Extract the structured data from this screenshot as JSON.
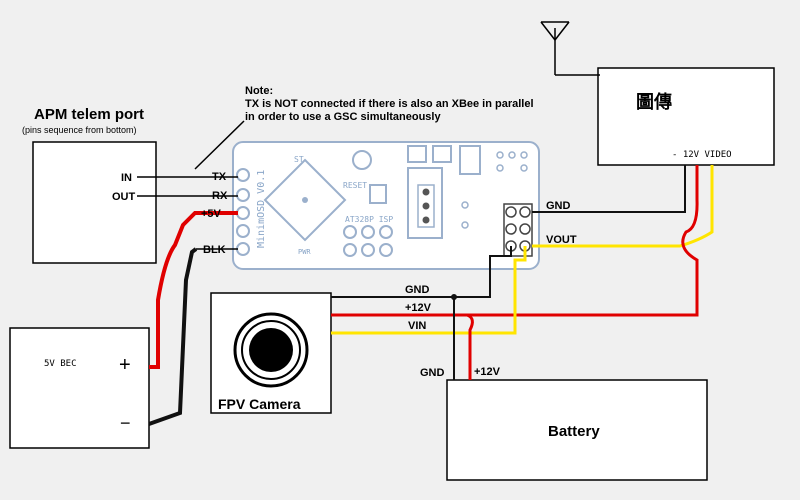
{
  "apm": {
    "title": "APM telem port",
    "subtitle": "(pins sequence from bottom)",
    "in_label": "IN",
    "out_label": "OUT"
  },
  "note": {
    "line1": "Note:",
    "line2": "TX is NOT connected if there is also an XBee in parallel",
    "line3": "in order to use a GSC simultaneously"
  },
  "pins": {
    "tx": "TX",
    "rx": "RX",
    "v5": "+5V",
    "blk": "BLK"
  },
  "board": {
    "name": "MinimOSD V0.1",
    "reset": "RESET",
    "chip": "AT328P  ISP",
    "st": "ST",
    "pwr": "PWR",
    "gnd_label": "GND",
    "vout_label": "VOUT"
  },
  "transmitter": {
    "title": "圖傳",
    "pins_label": "- 12V VIDEO"
  },
  "bec": {
    "title": "5V BEC",
    "plus": "+",
    "minus": "−"
  },
  "camera": {
    "title": "FPV Camera"
  },
  "battery": {
    "title": "Battery"
  },
  "wires": {
    "gnd_top": "GND",
    "v12_top": "+12V",
    "vin": "VIN",
    "bat_gnd": "GND",
    "bat_12v": "+12V"
  },
  "colors": {
    "power": "#e00000",
    "ground": "#111111",
    "video": "#ffe500",
    "board_outline": "#9bb0cc"
  }
}
